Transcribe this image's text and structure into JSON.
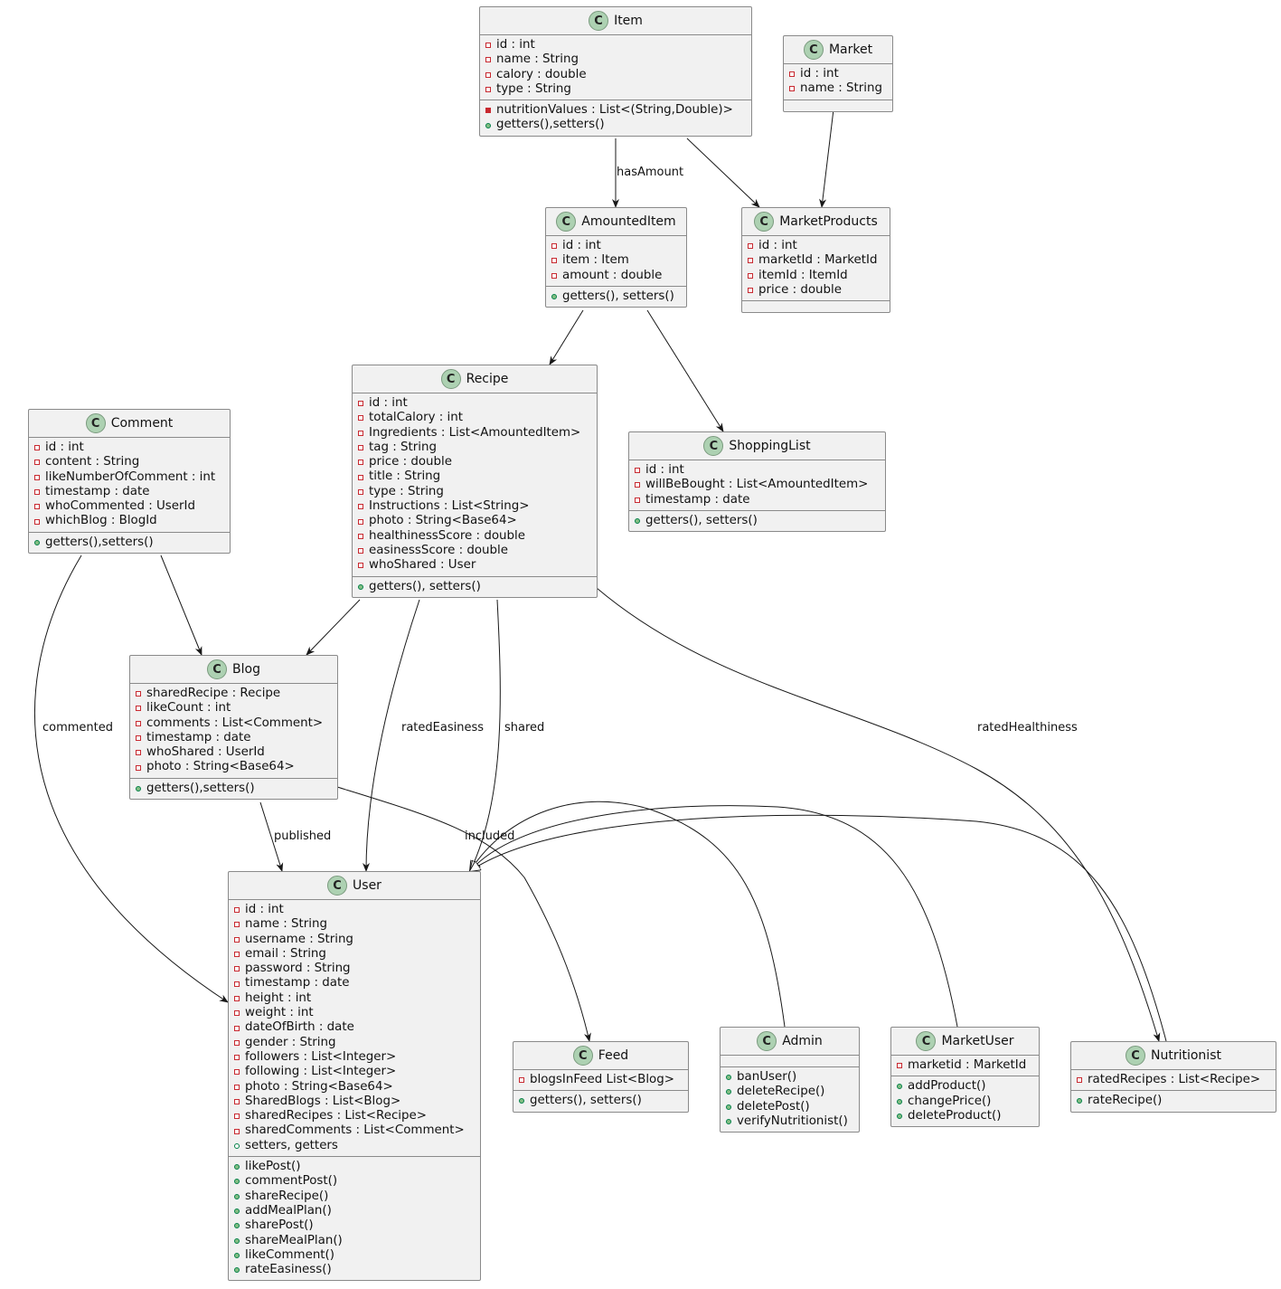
{
  "classes": {
    "item": {
      "name": "Item",
      "attrs": [
        "id : int",
        "name : String",
        "calory : double",
        "type : String"
      ],
      "methods": [
        "nutritionValues : List<(String,Double)>",
        "getters(),setters()"
      ]
    },
    "market": {
      "name": "Market",
      "attrs": [
        "id : int",
        "name : String"
      ],
      "methods": []
    },
    "amounted_item": {
      "name": "AmountedItem",
      "attrs": [
        "id : int",
        "item : Item",
        "amount : double"
      ],
      "methods": [
        "getters(), setters()"
      ]
    },
    "market_products": {
      "name": "MarketProducts",
      "attrs": [
        "id : int",
        "marketId : MarketId",
        "itemId : ItemId",
        "price : double"
      ],
      "methods": []
    },
    "recipe": {
      "name": "Recipe",
      "attrs": [
        "id : int",
        "totalCalory : int",
        "Ingredients : List<AmountedItem>",
        "tag : String",
        "price : double",
        "title : String",
        "type : String",
        "Instructions : List<String>",
        "photo : String<Base64>",
        "healthinessScore : double",
        "easinessScore : double",
        "whoShared : User"
      ],
      "methods": [
        "getters(), setters()"
      ]
    },
    "shopping_list": {
      "name": "ShoppingList",
      "attrs": [
        "id : int",
        "willBeBought : List<AmountedItem>",
        "timestamp : date"
      ],
      "methods": [
        "getters(), setters()"
      ]
    },
    "comment": {
      "name": "Comment",
      "attrs": [
        "id : int",
        "content : String",
        "likeNumberOfComment : int",
        "timestamp : date",
        "whoCommented : UserId",
        "whichBlog : BlogId"
      ],
      "methods": [
        "getters(),setters()"
      ]
    },
    "blog": {
      "name": "Blog",
      "attrs": [
        "sharedRecipe : Recipe",
        "likeCount : int",
        "comments : List<Comment>",
        "timestamp : date",
        "whoShared : UserId",
        "photo : String<Base64>"
      ],
      "methods": [
        "getters(),setters()"
      ]
    },
    "user": {
      "name": "User",
      "attrs": [
        "id : int",
        "name : String",
        "username : String",
        "email : String",
        "password : String",
        "timestamp : date",
        "height : int",
        "weight : int",
        "dateOfBirth : date",
        "gender : String",
        "followers : List<Integer>",
        "following : List<Integer>",
        "photo : String<Base64>",
        "SharedBlogs : List<Blog>",
        "sharedRecipes : List<Recipe>",
        "sharedComments : List<Comment>",
        "setters, getters"
      ],
      "methods": [
        "likePost()",
        "commentPost()",
        "shareRecipe()",
        "addMealPlan()",
        "sharePost()",
        "shareMealPlan()",
        "likeComment()",
        "rateEasiness()"
      ]
    },
    "feed": {
      "name": "Feed",
      "attrs": [
        "blogsInFeed List<Blog>"
      ],
      "methods": [
        "getters(), setters()"
      ]
    },
    "admin": {
      "name": "Admin",
      "attrs": [],
      "methods": [
        "banUser()",
        "deleteRecipe()",
        "deletePost()",
        "verifyNutritionist()"
      ]
    },
    "market_user": {
      "name": "MarketUser",
      "attrs": [
        "marketid : MarketId"
      ],
      "methods": [
        "addProduct()",
        "changePrice()",
        "deleteProduct()"
      ]
    },
    "nutritionist": {
      "name": "Nutritionist",
      "attrs": [
        "ratedRecipes : List<Recipe>"
      ],
      "methods": [
        "rateRecipe()"
      ]
    }
  },
  "edge_labels": {
    "has_amount": "hasAmount",
    "commented": "commented",
    "rated_easiness": "ratedEasiness",
    "shared": "shared",
    "rated_healthiness": "ratedHealthiness",
    "published": "published",
    "included": "included"
  },
  "colors": {
    "class_fill": "#f1f1f1",
    "class_border": "#8a8a8a",
    "badge": "#add1b2",
    "private": "#c82930",
    "public": "#84be84"
  }
}
